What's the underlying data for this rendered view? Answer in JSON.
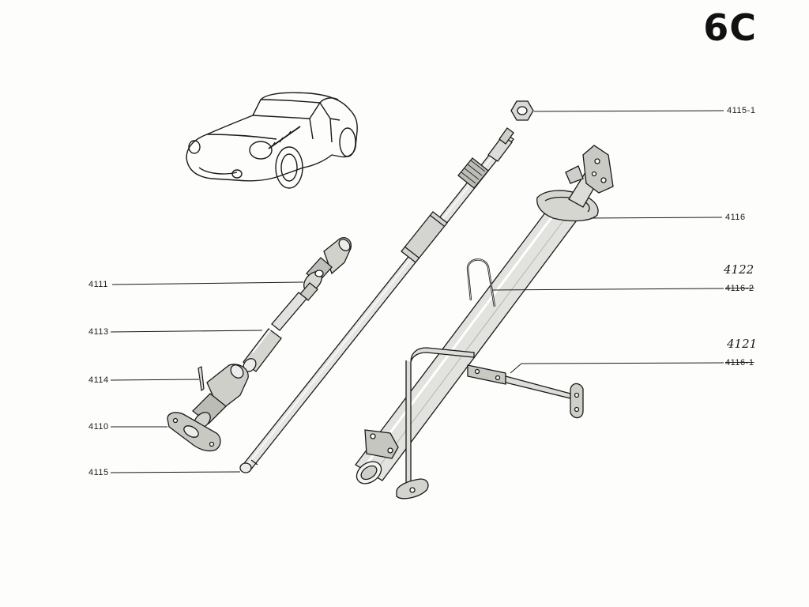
{
  "page": {
    "code": "6C"
  },
  "parts": {
    "p4115_1": "4115-1",
    "p4116": "4116",
    "p4122_hand": "4122",
    "p4116_2": "4116-2",
    "p4121_hand": "4121",
    "p4116_1": "4116-1",
    "p4111": "4111",
    "p4113": "4113",
    "p4114": "4114",
    "p4110": "4110",
    "p4115": "4115"
  },
  "colors": {
    "ink": "#1a1a1a",
    "paper": "#fdfdfc"
  }
}
